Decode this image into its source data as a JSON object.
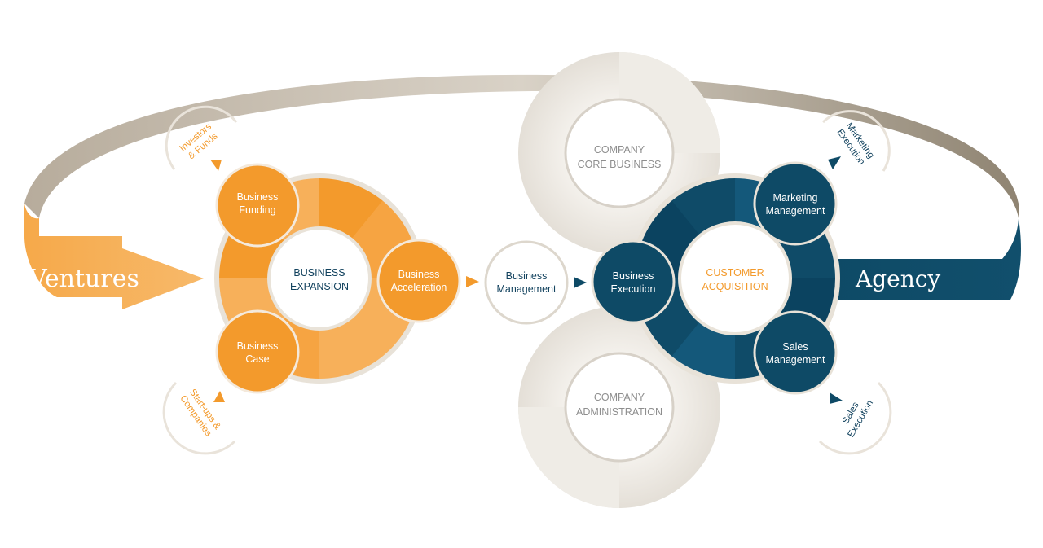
{
  "ventures": "Ventures",
  "agency": "Agency",
  "left_hub": {
    "center": [
      "BUSINESS",
      "EXPANSION"
    ],
    "funding": [
      "Business",
      "Funding"
    ],
    "acceleration": [
      "Business",
      "Acceleration"
    ],
    "case": [
      "Business",
      "Case"
    ]
  },
  "middle": {
    "core": [
      "COMPANY",
      "CORE BUSINESS"
    ],
    "admin": [
      "COMPANY",
      "ADMINISTRATION"
    ],
    "management": [
      "Business",
      "Management"
    ]
  },
  "right_hub": {
    "center": [
      "CUSTOMER",
      "ACQUISITION"
    ],
    "execution": [
      "Business",
      "Execution"
    ],
    "marketing": [
      "Marketing",
      "Management"
    ],
    "sales": [
      "Sales",
      "Management"
    ]
  },
  "side_labels": {
    "investors": [
      "Investors",
      "& Funds"
    ],
    "startups": [
      "Start-ups &",
      "Companies"
    ],
    "marketing_exec": [
      "Marketing",
      "Execution"
    ],
    "sales_exec": [
      "Sales",
      "Execution"
    ]
  },
  "colors": {
    "orange": "#F39A2C",
    "orange_light": "#F8B45E",
    "navy": "#0E4A66",
    "navy_light": "#1A5E7E",
    "band": "#A89D8C",
    "gray_ring": "#ECE8E2",
    "gray_text": "#8E8E8E",
    "hub_text": "#12425E"
  }
}
